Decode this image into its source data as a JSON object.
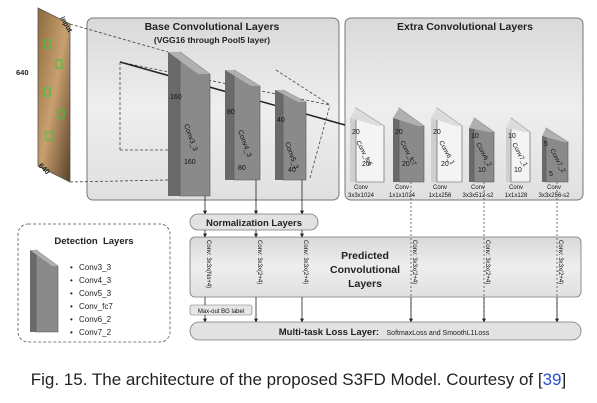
{
  "input": {
    "label": "input",
    "height_label": "640",
    "width_label": "640"
  },
  "base": {
    "title": "Base Convolutional Layers",
    "subtitle": "(VGG16 through Pool5 layer)",
    "layers": [
      {
        "name": "Conv3_3",
        "top": "160",
        "bottom": "160"
      },
      {
        "name": "Conv4_3",
        "top": "80",
        "bottom": "80"
      },
      {
        "name": "Conv5_3",
        "top": "40",
        "bottom": "40"
      }
    ]
  },
  "extra": {
    "title": "Extra Convolutional Layers",
    "layers": [
      {
        "name": "Conv_fc6",
        "top": "20",
        "bottom": "20",
        "kernel": "Conv",
        "size": "3x3x1024"
      },
      {
        "name": "Conv_fc7",
        "top": "20",
        "bottom": "20",
        "kernel": "Conv",
        "size": "1x1x1024"
      },
      {
        "name": "Conv6_1",
        "top": "20",
        "bottom": "20",
        "kernel": "Conv",
        "size": "1x1x256"
      },
      {
        "name": "Conv6_2",
        "top": "10",
        "bottom": "10",
        "kernel": "Conv",
        "size": "3x3x512-s2"
      },
      {
        "name": "Conv7_1",
        "top": "10",
        "bottom": "10",
        "kernel": "Conv",
        "size": "1x1x128"
      },
      {
        "name": "Conv7_2",
        "top": "5",
        "bottom": "5",
        "kernel": "Conv",
        "size": "3x3x256-s2"
      }
    ]
  },
  "normalization": {
    "label": "Normalization Layers"
  },
  "predicted": {
    "line1": "Predicted",
    "line2": "Convolutional",
    "line3": "Layers",
    "branches": [
      "Conv: 3x3x(Ns+4)",
      "Conv: 3x3x(2+4)",
      "Conv: 3x3x(2+4)",
      "Conv: 3x3x(2+4)",
      "Conv: 3x3x(2+4)",
      "Conv: 3x3x(2+4)"
    ]
  },
  "maxout": {
    "label": "Max-out BG label"
  },
  "loss": {
    "title": "Multi-task Loss Layer:",
    "detail": "SoftmaxLoss and SmoothL1Loss"
  },
  "legend": {
    "title": "Detection  Layers",
    "items": [
      "Conv3_3",
      "Conv4_3",
      "Conv5_3",
      "Conv_fc7",
      "Conv6_2",
      "Conv7_2"
    ]
  },
  "caption": {
    "text": "Fig. 15. The architecture of the proposed S3FD Model. Courtesy of [",
    "cite": "39",
    "end": "]"
  },
  "colors": {
    "panel": "#e4e4e4",
    "panel_stroke": "#777777",
    "detection_layer": "#8a8a8a",
    "plain_layer": "#f4f4f4",
    "cite": "#2a4fd0"
  }
}
